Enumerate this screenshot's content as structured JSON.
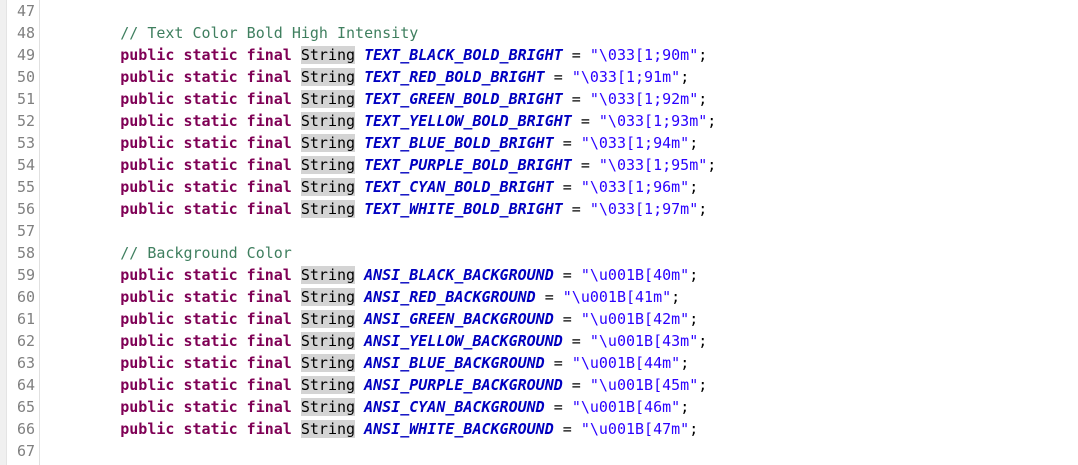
{
  "editor": {
    "language": "java",
    "colors": {
      "comment": "#3f7f5f",
      "keyword": "#7f0055",
      "field": "#0000c0",
      "string": "#2a00ff",
      "plain": "#000000",
      "occurrence_highlight": "#d4d4d4",
      "line_number": "#808080",
      "background": "#ffffff",
      "ruler": "#f0f0f0"
    },
    "indent": "        ",
    "lines": [
      {
        "num": "47",
        "tokens": []
      },
      {
        "num": "48",
        "tokens": [
          {
            "t": "indent",
            "v": "        "
          },
          {
            "t": "comment",
            "v": "// Text Color Bold High Intensity"
          }
        ]
      },
      {
        "num": "49",
        "tokens": [
          {
            "t": "indent",
            "v": "        "
          },
          {
            "t": "keyword",
            "v": "public static final"
          },
          {
            "t": "plain",
            "v": " "
          },
          {
            "t": "type",
            "v": "String"
          },
          {
            "t": "plain",
            "v": " "
          },
          {
            "t": "field",
            "v": "TEXT_BLACK_BOLD_BRIGHT"
          },
          {
            "t": "op",
            "v": " = "
          },
          {
            "t": "string",
            "v": "\"\\033[1;90m\""
          },
          {
            "t": "plain",
            "v": ";"
          }
        ]
      },
      {
        "num": "50",
        "tokens": [
          {
            "t": "indent",
            "v": "        "
          },
          {
            "t": "keyword",
            "v": "public static final"
          },
          {
            "t": "plain",
            "v": " "
          },
          {
            "t": "type",
            "v": "String"
          },
          {
            "t": "plain",
            "v": " "
          },
          {
            "t": "field",
            "v": "TEXT_RED_BOLD_BRIGHT"
          },
          {
            "t": "op",
            "v": " = "
          },
          {
            "t": "string",
            "v": "\"\\033[1;91m\""
          },
          {
            "t": "plain",
            "v": ";"
          }
        ]
      },
      {
        "num": "51",
        "tokens": [
          {
            "t": "indent",
            "v": "        "
          },
          {
            "t": "keyword",
            "v": "public static final"
          },
          {
            "t": "plain",
            "v": " "
          },
          {
            "t": "type",
            "v": "String"
          },
          {
            "t": "plain",
            "v": " "
          },
          {
            "t": "field",
            "v": "TEXT_GREEN_BOLD_BRIGHT"
          },
          {
            "t": "op",
            "v": " = "
          },
          {
            "t": "string",
            "v": "\"\\033[1;92m\""
          },
          {
            "t": "plain",
            "v": ";"
          }
        ]
      },
      {
        "num": "52",
        "tokens": [
          {
            "t": "indent",
            "v": "        "
          },
          {
            "t": "keyword",
            "v": "public static final"
          },
          {
            "t": "plain",
            "v": " "
          },
          {
            "t": "type",
            "v": "String"
          },
          {
            "t": "plain",
            "v": " "
          },
          {
            "t": "field",
            "v": "TEXT_YELLOW_BOLD_BRIGHT"
          },
          {
            "t": "op",
            "v": " = "
          },
          {
            "t": "string",
            "v": "\"\\033[1;93m\""
          },
          {
            "t": "plain",
            "v": ";"
          }
        ]
      },
      {
        "num": "53",
        "tokens": [
          {
            "t": "indent",
            "v": "        "
          },
          {
            "t": "keyword",
            "v": "public static final"
          },
          {
            "t": "plain",
            "v": " "
          },
          {
            "t": "type",
            "v": "String"
          },
          {
            "t": "plain",
            "v": " "
          },
          {
            "t": "field",
            "v": "TEXT_BLUE_BOLD_BRIGHT"
          },
          {
            "t": "op",
            "v": " = "
          },
          {
            "t": "string",
            "v": "\"\\033[1;94m\""
          },
          {
            "t": "plain",
            "v": ";"
          }
        ]
      },
      {
        "num": "54",
        "tokens": [
          {
            "t": "indent",
            "v": "        "
          },
          {
            "t": "keyword",
            "v": "public static final"
          },
          {
            "t": "plain",
            "v": " "
          },
          {
            "t": "type",
            "v": "String"
          },
          {
            "t": "plain",
            "v": " "
          },
          {
            "t": "field",
            "v": "TEXT_PURPLE_BOLD_BRIGHT"
          },
          {
            "t": "op",
            "v": " = "
          },
          {
            "t": "string",
            "v": "\"\\033[1;95m\""
          },
          {
            "t": "plain",
            "v": ";"
          }
        ]
      },
      {
        "num": "55",
        "tokens": [
          {
            "t": "indent",
            "v": "        "
          },
          {
            "t": "keyword",
            "v": "public static final"
          },
          {
            "t": "plain",
            "v": " "
          },
          {
            "t": "type",
            "v": "String"
          },
          {
            "t": "plain",
            "v": " "
          },
          {
            "t": "field",
            "v": "TEXT_CYAN_BOLD_BRIGHT"
          },
          {
            "t": "op",
            "v": " = "
          },
          {
            "t": "string",
            "v": "\"\\033[1;96m\""
          },
          {
            "t": "plain",
            "v": ";"
          }
        ]
      },
      {
        "num": "56",
        "tokens": [
          {
            "t": "indent",
            "v": "        "
          },
          {
            "t": "keyword",
            "v": "public static final"
          },
          {
            "t": "plain",
            "v": " "
          },
          {
            "t": "type",
            "v": "String"
          },
          {
            "t": "plain",
            "v": " "
          },
          {
            "t": "field",
            "v": "TEXT_WHITE_BOLD_BRIGHT"
          },
          {
            "t": "op",
            "v": " = "
          },
          {
            "t": "string",
            "v": "\"\\033[1;97m\""
          },
          {
            "t": "plain",
            "v": ";"
          }
        ]
      },
      {
        "num": "57",
        "tokens": []
      },
      {
        "num": "58",
        "tokens": [
          {
            "t": "indent",
            "v": "        "
          },
          {
            "t": "comment",
            "v": "// Background Color"
          }
        ]
      },
      {
        "num": "59",
        "tokens": [
          {
            "t": "indent",
            "v": "        "
          },
          {
            "t": "keyword",
            "v": "public static final"
          },
          {
            "t": "plain",
            "v": " "
          },
          {
            "t": "type",
            "v": "String"
          },
          {
            "t": "plain",
            "v": " "
          },
          {
            "t": "field",
            "v": "ANSI_BLACK_BACKGROUND"
          },
          {
            "t": "op",
            "v": " = "
          },
          {
            "t": "string",
            "v": "\"\\u001B[40m\""
          },
          {
            "t": "plain",
            "v": ";"
          }
        ]
      },
      {
        "num": "60",
        "tokens": [
          {
            "t": "indent",
            "v": "        "
          },
          {
            "t": "keyword",
            "v": "public static final"
          },
          {
            "t": "plain",
            "v": " "
          },
          {
            "t": "type",
            "v": "String"
          },
          {
            "t": "plain",
            "v": " "
          },
          {
            "t": "field",
            "v": "ANSI_RED_BACKGROUND"
          },
          {
            "t": "op",
            "v": " = "
          },
          {
            "t": "string",
            "v": "\"\\u001B[41m\""
          },
          {
            "t": "plain",
            "v": ";"
          }
        ]
      },
      {
        "num": "61",
        "tokens": [
          {
            "t": "indent",
            "v": "        "
          },
          {
            "t": "keyword",
            "v": "public static final"
          },
          {
            "t": "plain",
            "v": " "
          },
          {
            "t": "type",
            "v": "String"
          },
          {
            "t": "plain",
            "v": " "
          },
          {
            "t": "field",
            "v": "ANSI_GREEN_BACKGROUND"
          },
          {
            "t": "op",
            "v": " = "
          },
          {
            "t": "string",
            "v": "\"\\u001B[42m\""
          },
          {
            "t": "plain",
            "v": ";"
          }
        ]
      },
      {
        "num": "62",
        "tokens": [
          {
            "t": "indent",
            "v": "        "
          },
          {
            "t": "keyword",
            "v": "public static final"
          },
          {
            "t": "plain",
            "v": " "
          },
          {
            "t": "type",
            "v": "String"
          },
          {
            "t": "plain",
            "v": " "
          },
          {
            "t": "field",
            "v": "ANSI_YELLOW_BACKGROUND"
          },
          {
            "t": "op",
            "v": " = "
          },
          {
            "t": "string",
            "v": "\"\\u001B[43m\""
          },
          {
            "t": "plain",
            "v": ";"
          }
        ]
      },
      {
        "num": "63",
        "tokens": [
          {
            "t": "indent",
            "v": "        "
          },
          {
            "t": "keyword",
            "v": "public static final"
          },
          {
            "t": "plain",
            "v": " "
          },
          {
            "t": "type",
            "v": "String"
          },
          {
            "t": "plain",
            "v": " "
          },
          {
            "t": "field",
            "v": "ANSI_BLUE_BACKGROUND"
          },
          {
            "t": "op",
            "v": " = "
          },
          {
            "t": "string",
            "v": "\"\\u001B[44m\""
          },
          {
            "t": "plain",
            "v": ";"
          }
        ]
      },
      {
        "num": "64",
        "tokens": [
          {
            "t": "indent",
            "v": "        "
          },
          {
            "t": "keyword",
            "v": "public static final"
          },
          {
            "t": "plain",
            "v": " "
          },
          {
            "t": "type",
            "v": "String"
          },
          {
            "t": "plain",
            "v": " "
          },
          {
            "t": "field",
            "v": "ANSI_PURPLE_BACKGROUND"
          },
          {
            "t": "op",
            "v": " = "
          },
          {
            "t": "string",
            "v": "\"\\u001B[45m\""
          },
          {
            "t": "plain",
            "v": ";"
          }
        ]
      },
      {
        "num": "65",
        "tokens": [
          {
            "t": "indent",
            "v": "        "
          },
          {
            "t": "keyword",
            "v": "public static final"
          },
          {
            "t": "plain",
            "v": " "
          },
          {
            "t": "type",
            "v": "String"
          },
          {
            "t": "plain",
            "v": " "
          },
          {
            "t": "field",
            "v": "ANSI_CYAN_BACKGROUND"
          },
          {
            "t": "op",
            "v": " = "
          },
          {
            "t": "string",
            "v": "\"\\u001B[46m\""
          },
          {
            "t": "plain",
            "v": ";"
          }
        ]
      },
      {
        "num": "66",
        "tokens": [
          {
            "t": "indent",
            "v": "        "
          },
          {
            "t": "keyword",
            "v": "public static final"
          },
          {
            "t": "plain",
            "v": " "
          },
          {
            "t": "type",
            "v": "String"
          },
          {
            "t": "plain",
            "v": " "
          },
          {
            "t": "field",
            "v": "ANSI_WHITE_BACKGROUND"
          },
          {
            "t": "op",
            "v": " = "
          },
          {
            "t": "string",
            "v": "\"\\u001B[47m\""
          },
          {
            "t": "plain",
            "v": ";"
          }
        ]
      },
      {
        "num": "67",
        "tokens": []
      }
    ]
  }
}
